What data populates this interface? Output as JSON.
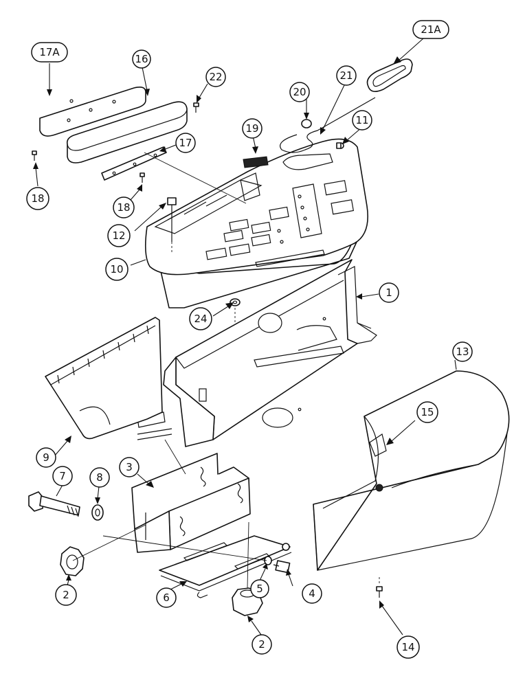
{
  "callouts": [
    {
      "id": "c1",
      "label": "1"
    },
    {
      "id": "c2a",
      "label": "2"
    },
    {
      "id": "c2b",
      "label": "2"
    },
    {
      "id": "c3",
      "label": "3"
    },
    {
      "id": "c4",
      "label": "4"
    },
    {
      "id": "c5",
      "label": "5"
    },
    {
      "id": "c6",
      "label": "6"
    },
    {
      "id": "c7",
      "label": "7"
    },
    {
      "id": "c8",
      "label": "8"
    },
    {
      "id": "c9",
      "label": "9"
    },
    {
      "id": "c10",
      "label": "10"
    },
    {
      "id": "c11",
      "label": "11"
    },
    {
      "id": "c12",
      "label": "12"
    },
    {
      "id": "c13",
      "label": "13"
    },
    {
      "id": "c14",
      "label": "14"
    },
    {
      "id": "c15",
      "label": "15"
    },
    {
      "id": "c16",
      "label": "16"
    },
    {
      "id": "c17",
      "label": "17"
    },
    {
      "id": "c17a",
      "label": "17A"
    },
    {
      "id": "c18a",
      "label": "18"
    },
    {
      "id": "c18b",
      "label": "18"
    },
    {
      "id": "c19",
      "label": "19"
    },
    {
      "id": "c20",
      "label": "20"
    },
    {
      "id": "c21",
      "label": "21"
    },
    {
      "id": "c21a",
      "label": "21A"
    },
    {
      "id": "c22",
      "label": "22"
    },
    {
      "id": "c24",
      "label": "24"
    }
  ]
}
